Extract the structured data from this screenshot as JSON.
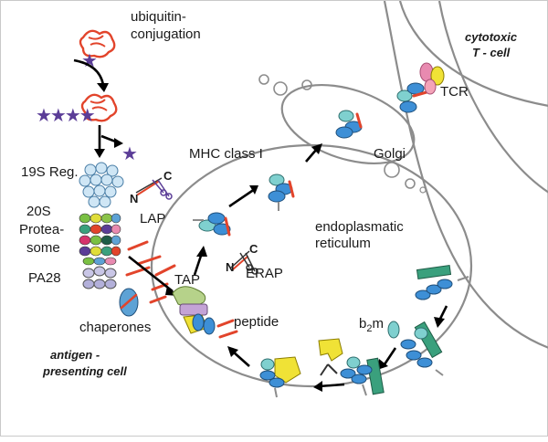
{
  "labels": {
    "ubiquitin": "ubiquitin-",
    "conjugation": "conjugation",
    "reg19s": "19S Reg.",
    "s20": "20S",
    "protea": "Protea-",
    "some": "some",
    "pa28": "PA28",
    "lap": "LAP",
    "chaperones": "chaperones",
    "tap": "TAP",
    "erap": "ERAP",
    "peptide": "peptide",
    "b2m_base": "b",
    "b2m_sub": "2",
    "b2m_suffix": "m",
    "mhc": "MHC class I",
    "golgi": "Golgi",
    "er_line1": "endoplasmatic",
    "er_line2": "reticulum",
    "tcr": "TCR",
    "tcell_line1": "cytotoxic",
    "tcell_line2": "T - cell",
    "apc_line1": "antigen -",
    "apc_line2": "presenting cell",
    "scissor_n": "N",
    "scissor_c": "C"
  },
  "colors": {
    "membrane": "#8c8c8c",
    "peptide": "#e2442b",
    "mhc_domain": "#3d8fd6",
    "b2m": "#7fd0cf",
    "chaperone": "#3aa07d",
    "ubiquitin": "#5b3d97",
    "substrate": "#e2442b",
    "tap_transporter": "#b6d28a",
    "tapasin": "#c4a3d6",
    "calreticulin": "#f0e236"
  }
}
